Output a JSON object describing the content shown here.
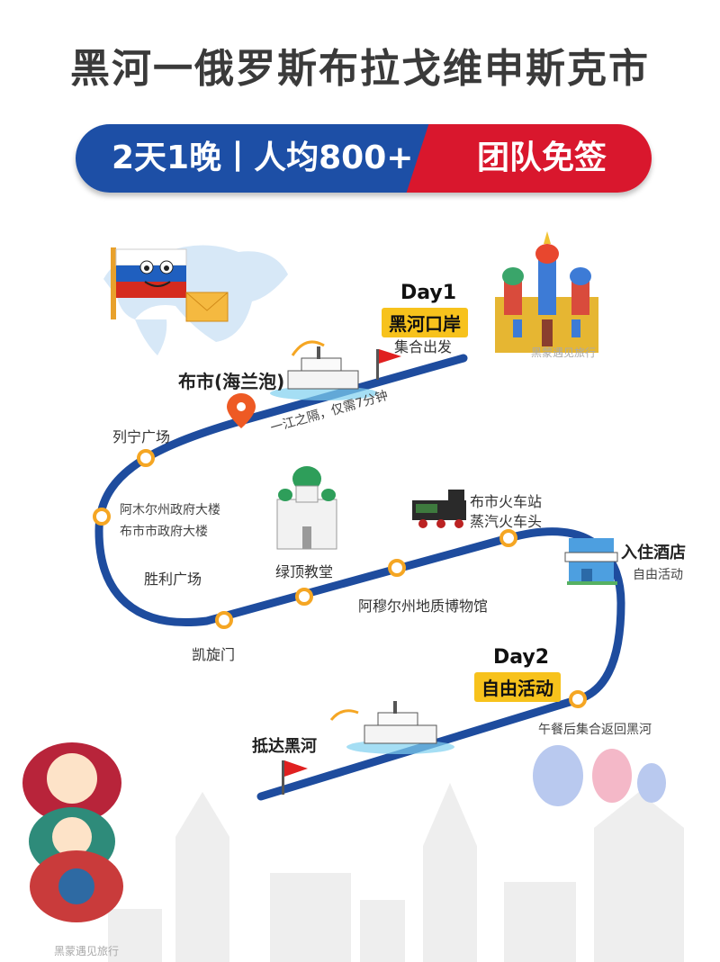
{
  "title": "黑河一俄罗斯布拉戈维申斯克市",
  "banner": {
    "duration": "2天1晚丨人均800+",
    "visa": "团队免签"
  },
  "route": {
    "day1": "Day1",
    "day1_tag": "黑河口岸",
    "day1_note": "集合出发",
    "ferry_note": "一江之隔，仅需7分钟",
    "bushi": "布市(海兰泡)",
    "lenin": "列宁广场",
    "amur_gov": "阿木尔州政府大楼",
    "city_gov": "布市市政府大楼",
    "victory": "胜利广场",
    "arch": "凯旋门",
    "church": "绿顶教堂",
    "museum": "阿穆尔州地质博物馆",
    "station": "布市火车站",
    "steam": "蒸汽火车头",
    "hotel": "入住酒店",
    "hotel_note": "自由活动",
    "day2": "Day2",
    "day2_tag": "自由活动",
    "return_note": "午餐后集合返回黑河",
    "arrive": "抵达黑河"
  },
  "watermarks": {
    "logo1": "黑蒙遇见旅行",
    "logo2": "黑蒙遇见旅行"
  },
  "colors": {
    "route": "#1e4c9e",
    "dot": "#f5a623",
    "red": "#d9172d",
    "blue": "#1d4fa6",
    "gold": "#f7c21c"
  }
}
